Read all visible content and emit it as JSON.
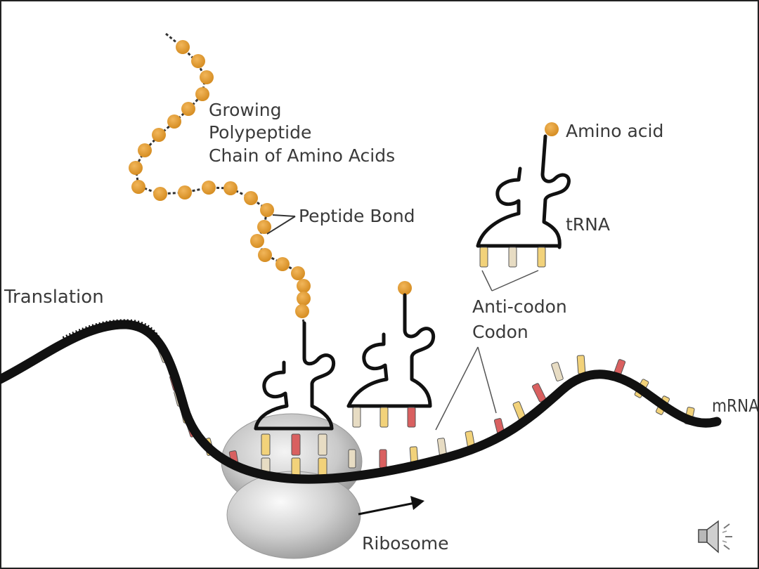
{
  "labels": {
    "growing_line1": "Growing",
    "growing_line2": "Polypeptide",
    "growing_line3": "Chain of Amino Acids",
    "peptide_bond": "Peptide Bond",
    "amino_acid": "Amino acid",
    "trna": "tRNA",
    "translation": "Translation",
    "anti_codon": "Anti-codon",
    "codon": "Codon",
    "mrna": "mRNA",
    "ribosome": "Ribosome"
  },
  "colors": {
    "amino_acid": "#E39B2D",
    "strand": "#111111",
    "base_red": "#D96060",
    "base_yellow": "#F2D27A",
    "base_beige": "#E7DCC3",
    "ribosome": "#C8C8C8"
  },
  "icons": {
    "speaker": "speaker-icon"
  }
}
